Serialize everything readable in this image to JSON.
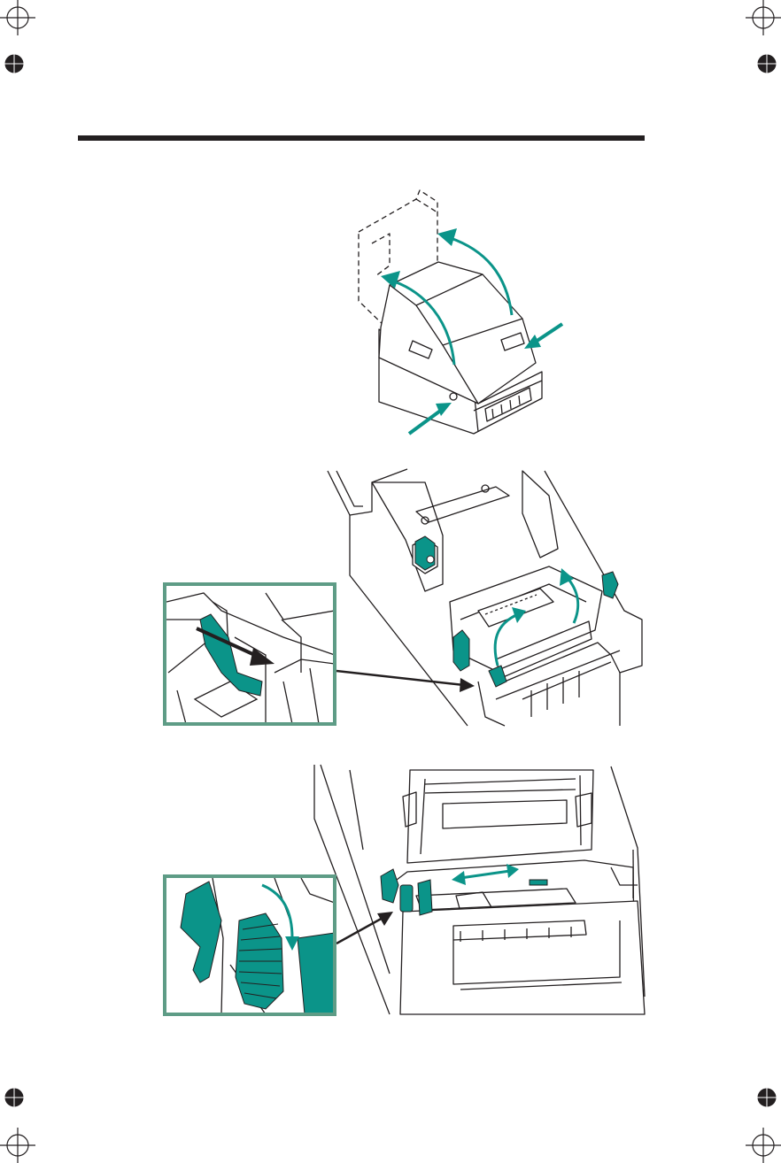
{
  "colors": {
    "ink": "#231f20",
    "accent": "#0b9489",
    "inset_border": "#5e9c86",
    "paper": "#ffffff"
  },
  "figures": [
    {
      "id": "figure-open-cover",
      "icon": "printer-cover-opening"
    },
    {
      "id": "figure-open-ribbon-module",
      "icon": "printer-ribbon-module-lift"
    },
    {
      "id": "figure-adjust-guides",
      "icon": "printer-media-guides"
    }
  ],
  "registration_marks": 8
}
